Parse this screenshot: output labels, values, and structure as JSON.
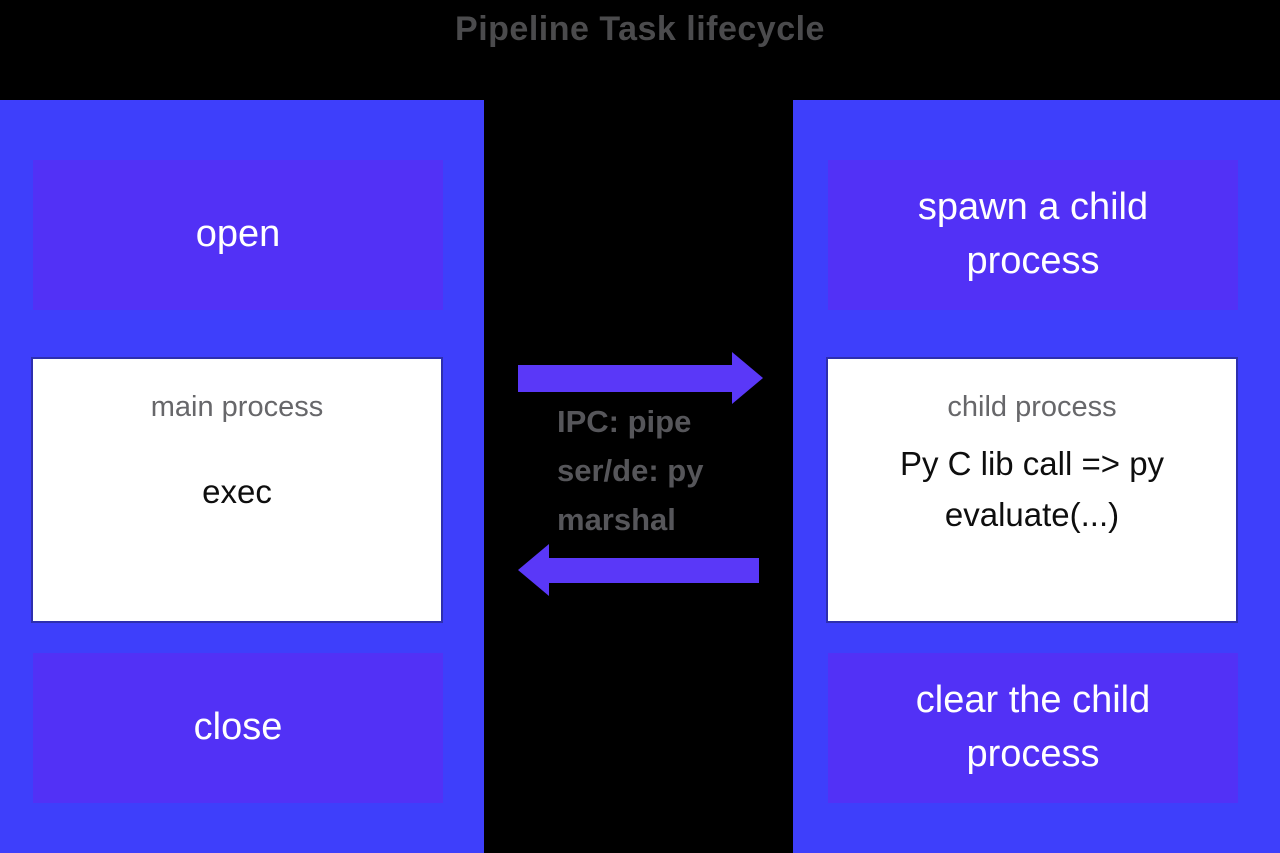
{
  "title": "Pipeline Task lifecycle",
  "colors": {
    "background": "#000000",
    "panel_blue": "#3e3ffb",
    "action_box_purple": "#5231f6",
    "arrow_purple": "#5a38f8",
    "white_box_fill": "#ffffff",
    "white_box_border": "#2e2fae",
    "title_text": "#4b4b4d",
    "header_gray": "#67676a",
    "annotation_gray": "#56565a",
    "body_text": "#0e0e0e",
    "action_label_text": "#ffffff"
  },
  "left_panel": {
    "open_label": "open",
    "main_box": {
      "header": "main process",
      "body": "exec"
    },
    "close_label": "close"
  },
  "right_panel": {
    "spawn_label": "spawn a child process",
    "child_box": {
      "header": "child process",
      "body": "Py C lib call => py evaluate(...)"
    },
    "clear_label": "clear the child process"
  },
  "middle": {
    "ipc_lines": [
      "IPC: pipe",
      "ser/de: py",
      "marshal"
    ]
  }
}
